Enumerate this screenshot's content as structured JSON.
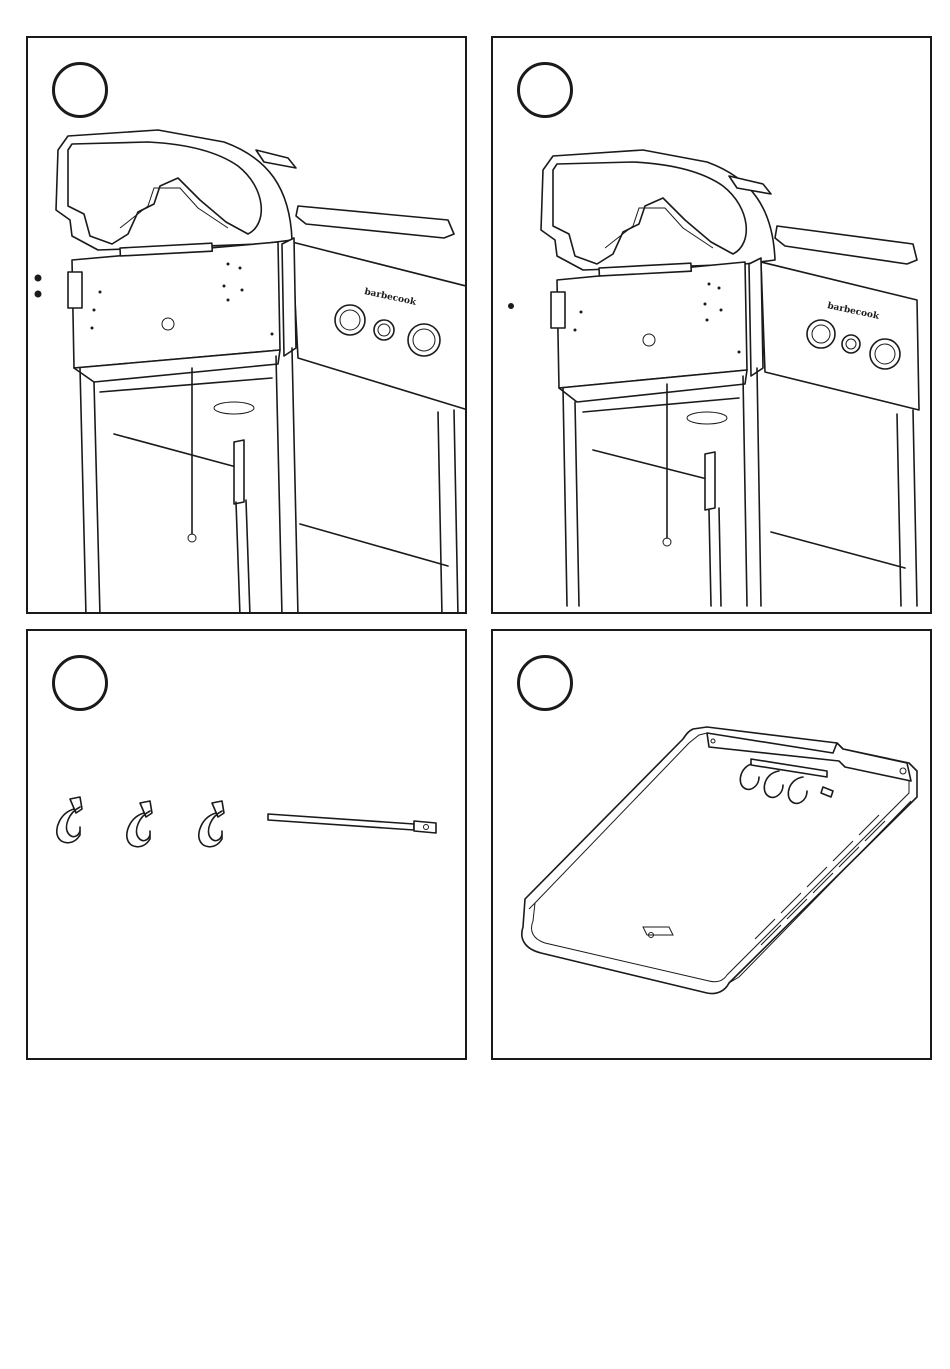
{
  "page": {
    "panels": [
      {
        "id": "step-1",
        "depicts": "grill-body-with-left-side-bolts"
      },
      {
        "id": "step-2",
        "depicts": "grill-body-with-single-bolt"
      },
      {
        "id": "step-3",
        "depicts": "three-hooks-and-rod-parts"
      },
      {
        "id": "step-4",
        "depicts": "side-shelf-with-hooks-attached"
      }
    ],
    "brand_mark": "barbecook",
    "colors": {
      "line": "#1a1a1a",
      "background": "#ffffff"
    }
  }
}
